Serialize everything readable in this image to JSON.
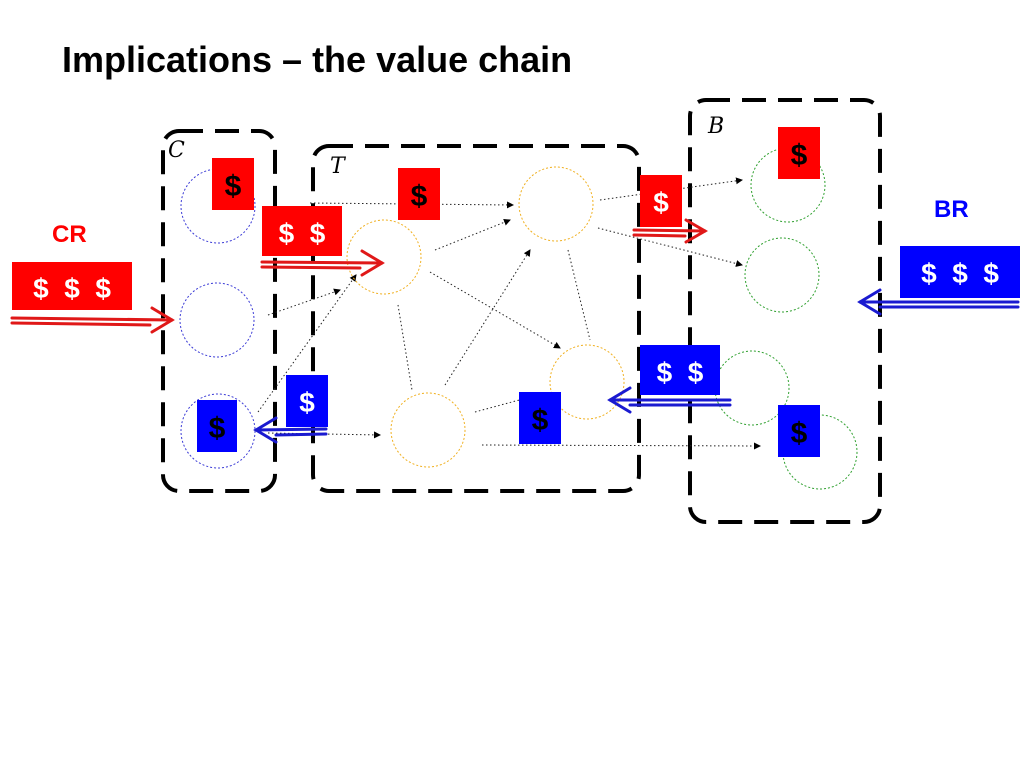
{
  "title": "Implications – the value chain",
  "groups": {
    "c_label": "C",
    "t_label": "T",
    "b_label": "B"
  },
  "side_labels": {
    "cr": "CR",
    "br": "BR"
  },
  "money_tags": {
    "cr_stack": "$  $  $",
    "br_stack": "$  $  $",
    "c_top": "$",
    "c_bottom": "$",
    "t_entry_red": "$  $",
    "t_top_red": "$",
    "t_mid_blue": "$",
    "t_bottom_blue": "$",
    "b_entry_red": "$",
    "b_entry_blue": "$  $",
    "b_top_red": "$",
    "b_bottom_blue": "$"
  },
  "colors": {
    "red": "#ff0000",
    "blue": "#0000ff",
    "arrow_red": "#e01818",
    "arrow_blue": "#1a1ad0",
    "node_c": "#3b3bd6",
    "node_t": "#f0b020",
    "node_b": "#2fa02f"
  }
}
